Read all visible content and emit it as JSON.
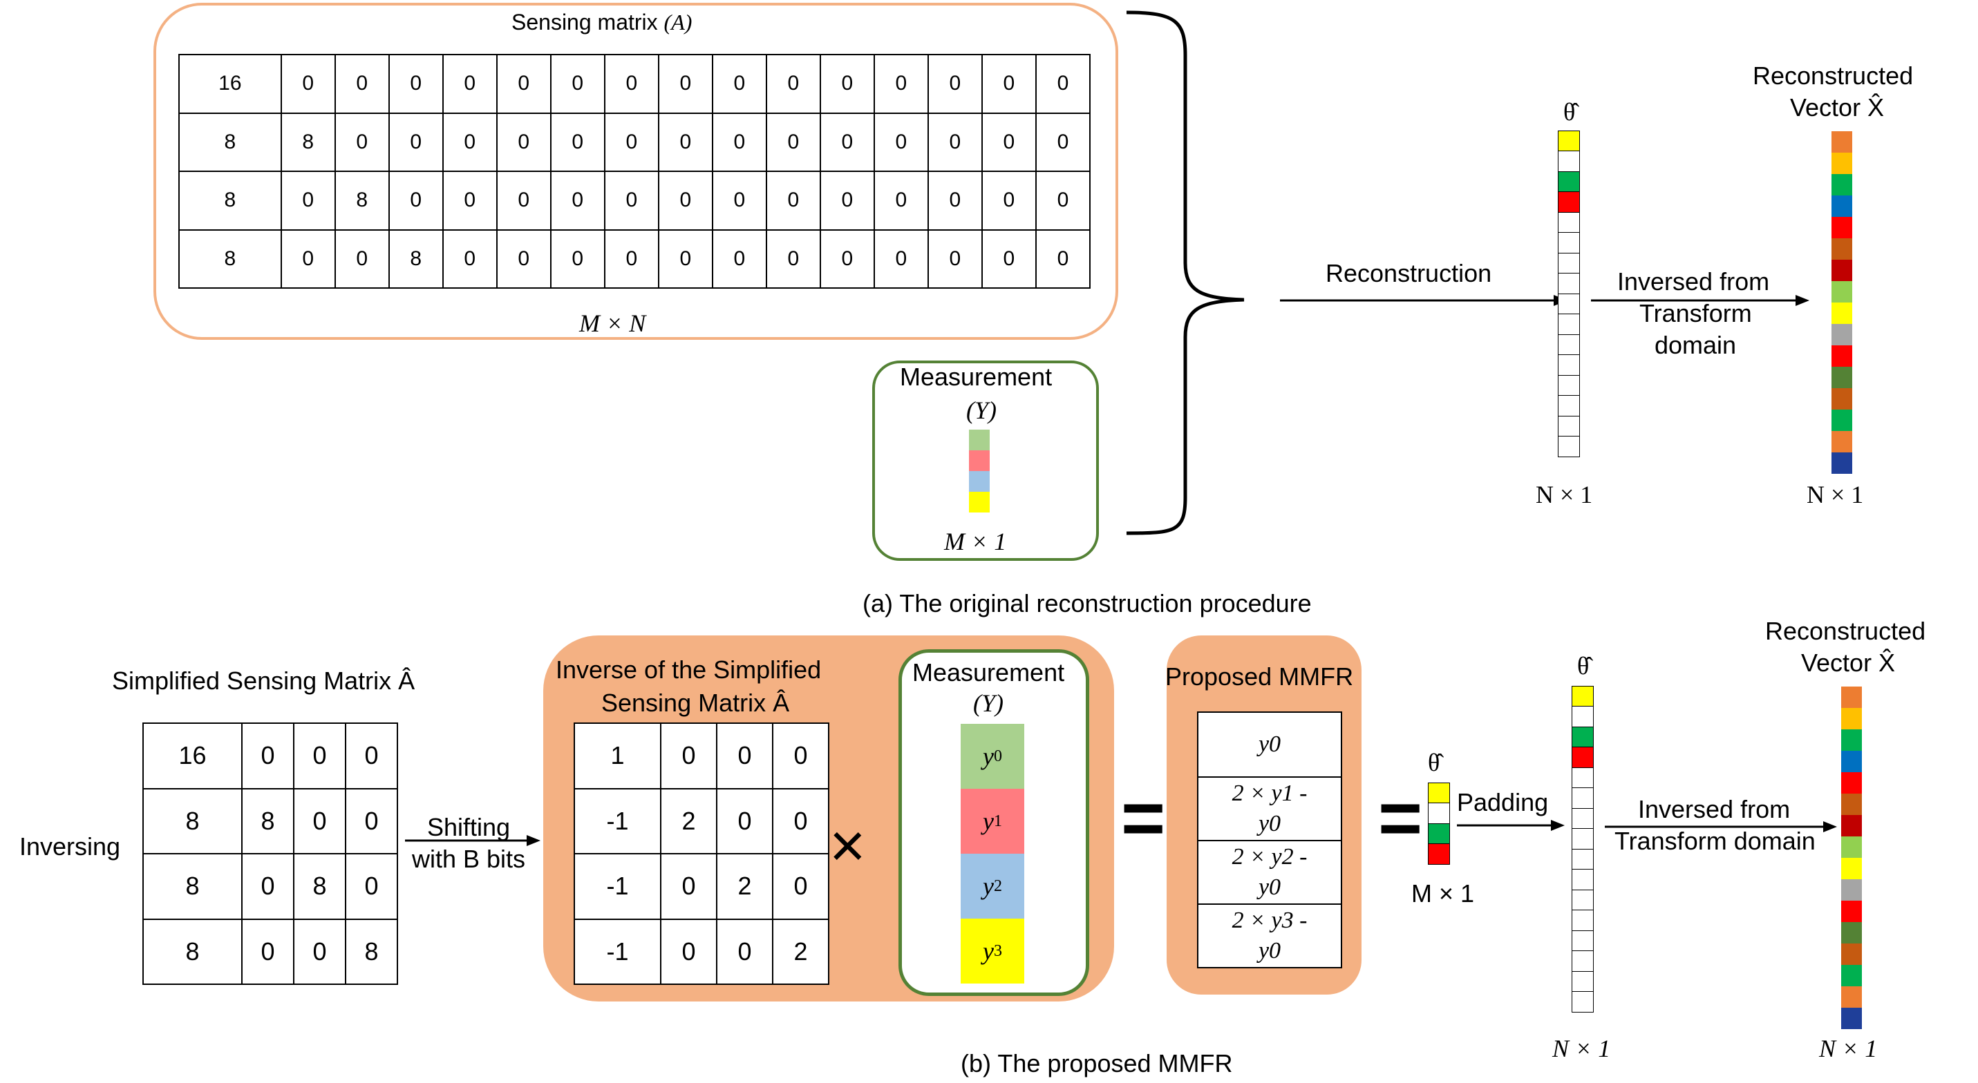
{
  "top": {
    "sensing_matrix_title": "Sensing matrix",
    "sensing_matrix_symbol": "(A)",
    "sensing_matrix": [
      [
        "16",
        "0",
        "0",
        "0",
        "0",
        "0",
        "0",
        "0",
        "0",
        "0",
        "0",
        "0",
        "0",
        "0",
        "0",
        "0"
      ],
      [
        "8",
        "8",
        "0",
        "0",
        "0",
        "0",
        "0",
        "0",
        "0",
        "0",
        "0",
        "0",
        "0",
        "0",
        "0",
        "0"
      ],
      [
        "8",
        "0",
        "8",
        "0",
        "0",
        "0",
        "0",
        "0",
        "0",
        "0",
        "0",
        "0",
        "0",
        "0",
        "0",
        "0"
      ],
      [
        "8",
        "0",
        "0",
        "8",
        "0",
        "0",
        "0",
        "0",
        "0",
        "0",
        "0",
        "0",
        "0",
        "0",
        "0",
        "0"
      ]
    ],
    "matrix_dim": "M × N",
    "measurement_title": "Measurement",
    "measurement_symbol": "(Y)",
    "measurement_dim": "M × 1",
    "measurement_colors": [
      "#a9d18e",
      "#ff7c80",
      "#9dc3e6",
      "#ffff00"
    ],
    "reconstruction_label": "Reconstruction",
    "theta_label": "θ̂",
    "theta_dim": "N × 1",
    "theta_colors": [
      "#ffff00",
      "#ffffff",
      "#00b050",
      "#ff0000",
      "#ffffff",
      "#ffffff",
      "#ffffff",
      "#ffffff",
      "#ffffff",
      "#ffffff",
      "#ffffff",
      "#ffffff",
      "#ffffff",
      "#ffffff",
      "#ffffff",
      "#ffffff"
    ],
    "inverse_label_1": "Inversed from",
    "inverse_label_2": "Transform",
    "inverse_label_3": "domain",
    "reconstructed_label_1": "Reconstructed",
    "reconstructed_label_2": "Vector X̂",
    "vector_dim": "N × 1",
    "vector_colors": [
      "#ed7d31",
      "#ffc000",
      "#00b050",
      "#0070c0",
      "#ff0000",
      "#c55a11",
      "#c00000",
      "#92d050",
      "#ffff00",
      "#a5a5a5",
      "#ff0000",
      "#548235",
      "#c55a11",
      "#00b050",
      "#ed7d31",
      "#1f3f99"
    ],
    "caption": "(a) The original reconstruction procedure"
  },
  "bottom": {
    "inversing_label": "Inversing",
    "simplified_title": "Simplified Sensing Matrix Â",
    "simplified_matrix": [
      [
        "16",
        "0",
        "0",
        "0"
      ],
      [
        "8",
        "8",
        "0",
        "0"
      ],
      [
        "8",
        "0",
        "8",
        "0"
      ],
      [
        "8",
        "0",
        "0",
        "8"
      ]
    ],
    "shift_label_1": "Shifting",
    "shift_label_2": "with B bits",
    "inverse_title_1": "Inverse of  the Simplified",
    "inverse_title_2": "Sensing Matrix Â",
    "inverse_matrix": [
      [
        "1",
        "0",
        "0",
        "0"
      ],
      [
        "-1",
        "2",
        "0",
        "0"
      ],
      [
        "-1",
        "0",
        "2",
        "0"
      ],
      [
        "-1",
        "0",
        "0",
        "2"
      ]
    ],
    "times_symbol": "×",
    "measurement_title": "Measurement",
    "measurement_symbol": "(Y)",
    "measurement_cells": [
      {
        "base": "y",
        "sub": "0",
        "color": "#a9d18e"
      },
      {
        "base": "y",
        "sub": "1",
        "color": "#ff7c80"
      },
      {
        "base": "y",
        "sub": "2",
        "color": "#9dc3e6"
      },
      {
        "base": "y",
        "sub": "3",
        "color": "#ffff00"
      }
    ],
    "equals_symbol": "=",
    "mmfr_title": "Proposed MMFR",
    "mmfr_rows": [
      {
        "l1": "y0",
        "l2": ""
      },
      {
        "l1": "2 × y1 -",
        "l2": "y0"
      },
      {
        "l1": "2 × y2 -",
        "l2": "y0"
      },
      {
        "l1": "2 × y3 -",
        "l2": "y0"
      }
    ],
    "small_theta_label": "θ̂",
    "small_theta_dim": "M × 1",
    "small_theta_colors": [
      "#ffff00",
      "#ffffff",
      "#00b050",
      "#ff0000"
    ],
    "padding_label": "Padding",
    "theta_label": "θ̂",
    "theta_dim": "N × 1",
    "theta_colors": [
      "#ffff00",
      "#ffffff",
      "#00b050",
      "#ff0000",
      "#ffffff",
      "#ffffff",
      "#ffffff",
      "#ffffff",
      "#ffffff",
      "#ffffff",
      "#ffffff",
      "#ffffff",
      "#ffffff",
      "#ffffff",
      "#ffffff",
      "#ffffff"
    ],
    "inverse_label_1": "Inversed from",
    "inverse_label_2": "Transform domain",
    "reconstructed_label_1": "Reconstructed",
    "reconstructed_label_2": "Vector X̂",
    "vector_dim": "N × 1",
    "vector_colors": [
      "#ed7d31",
      "#ffc000",
      "#00b050",
      "#0070c0",
      "#ff0000",
      "#c55a11",
      "#c00000",
      "#92d050",
      "#ffff00",
      "#a5a5a5",
      "#ff0000",
      "#548235",
      "#c55a11",
      "#00b050",
      "#ed7d31",
      "#1f3f99"
    ],
    "caption": "(b) The proposed MMFR"
  }
}
